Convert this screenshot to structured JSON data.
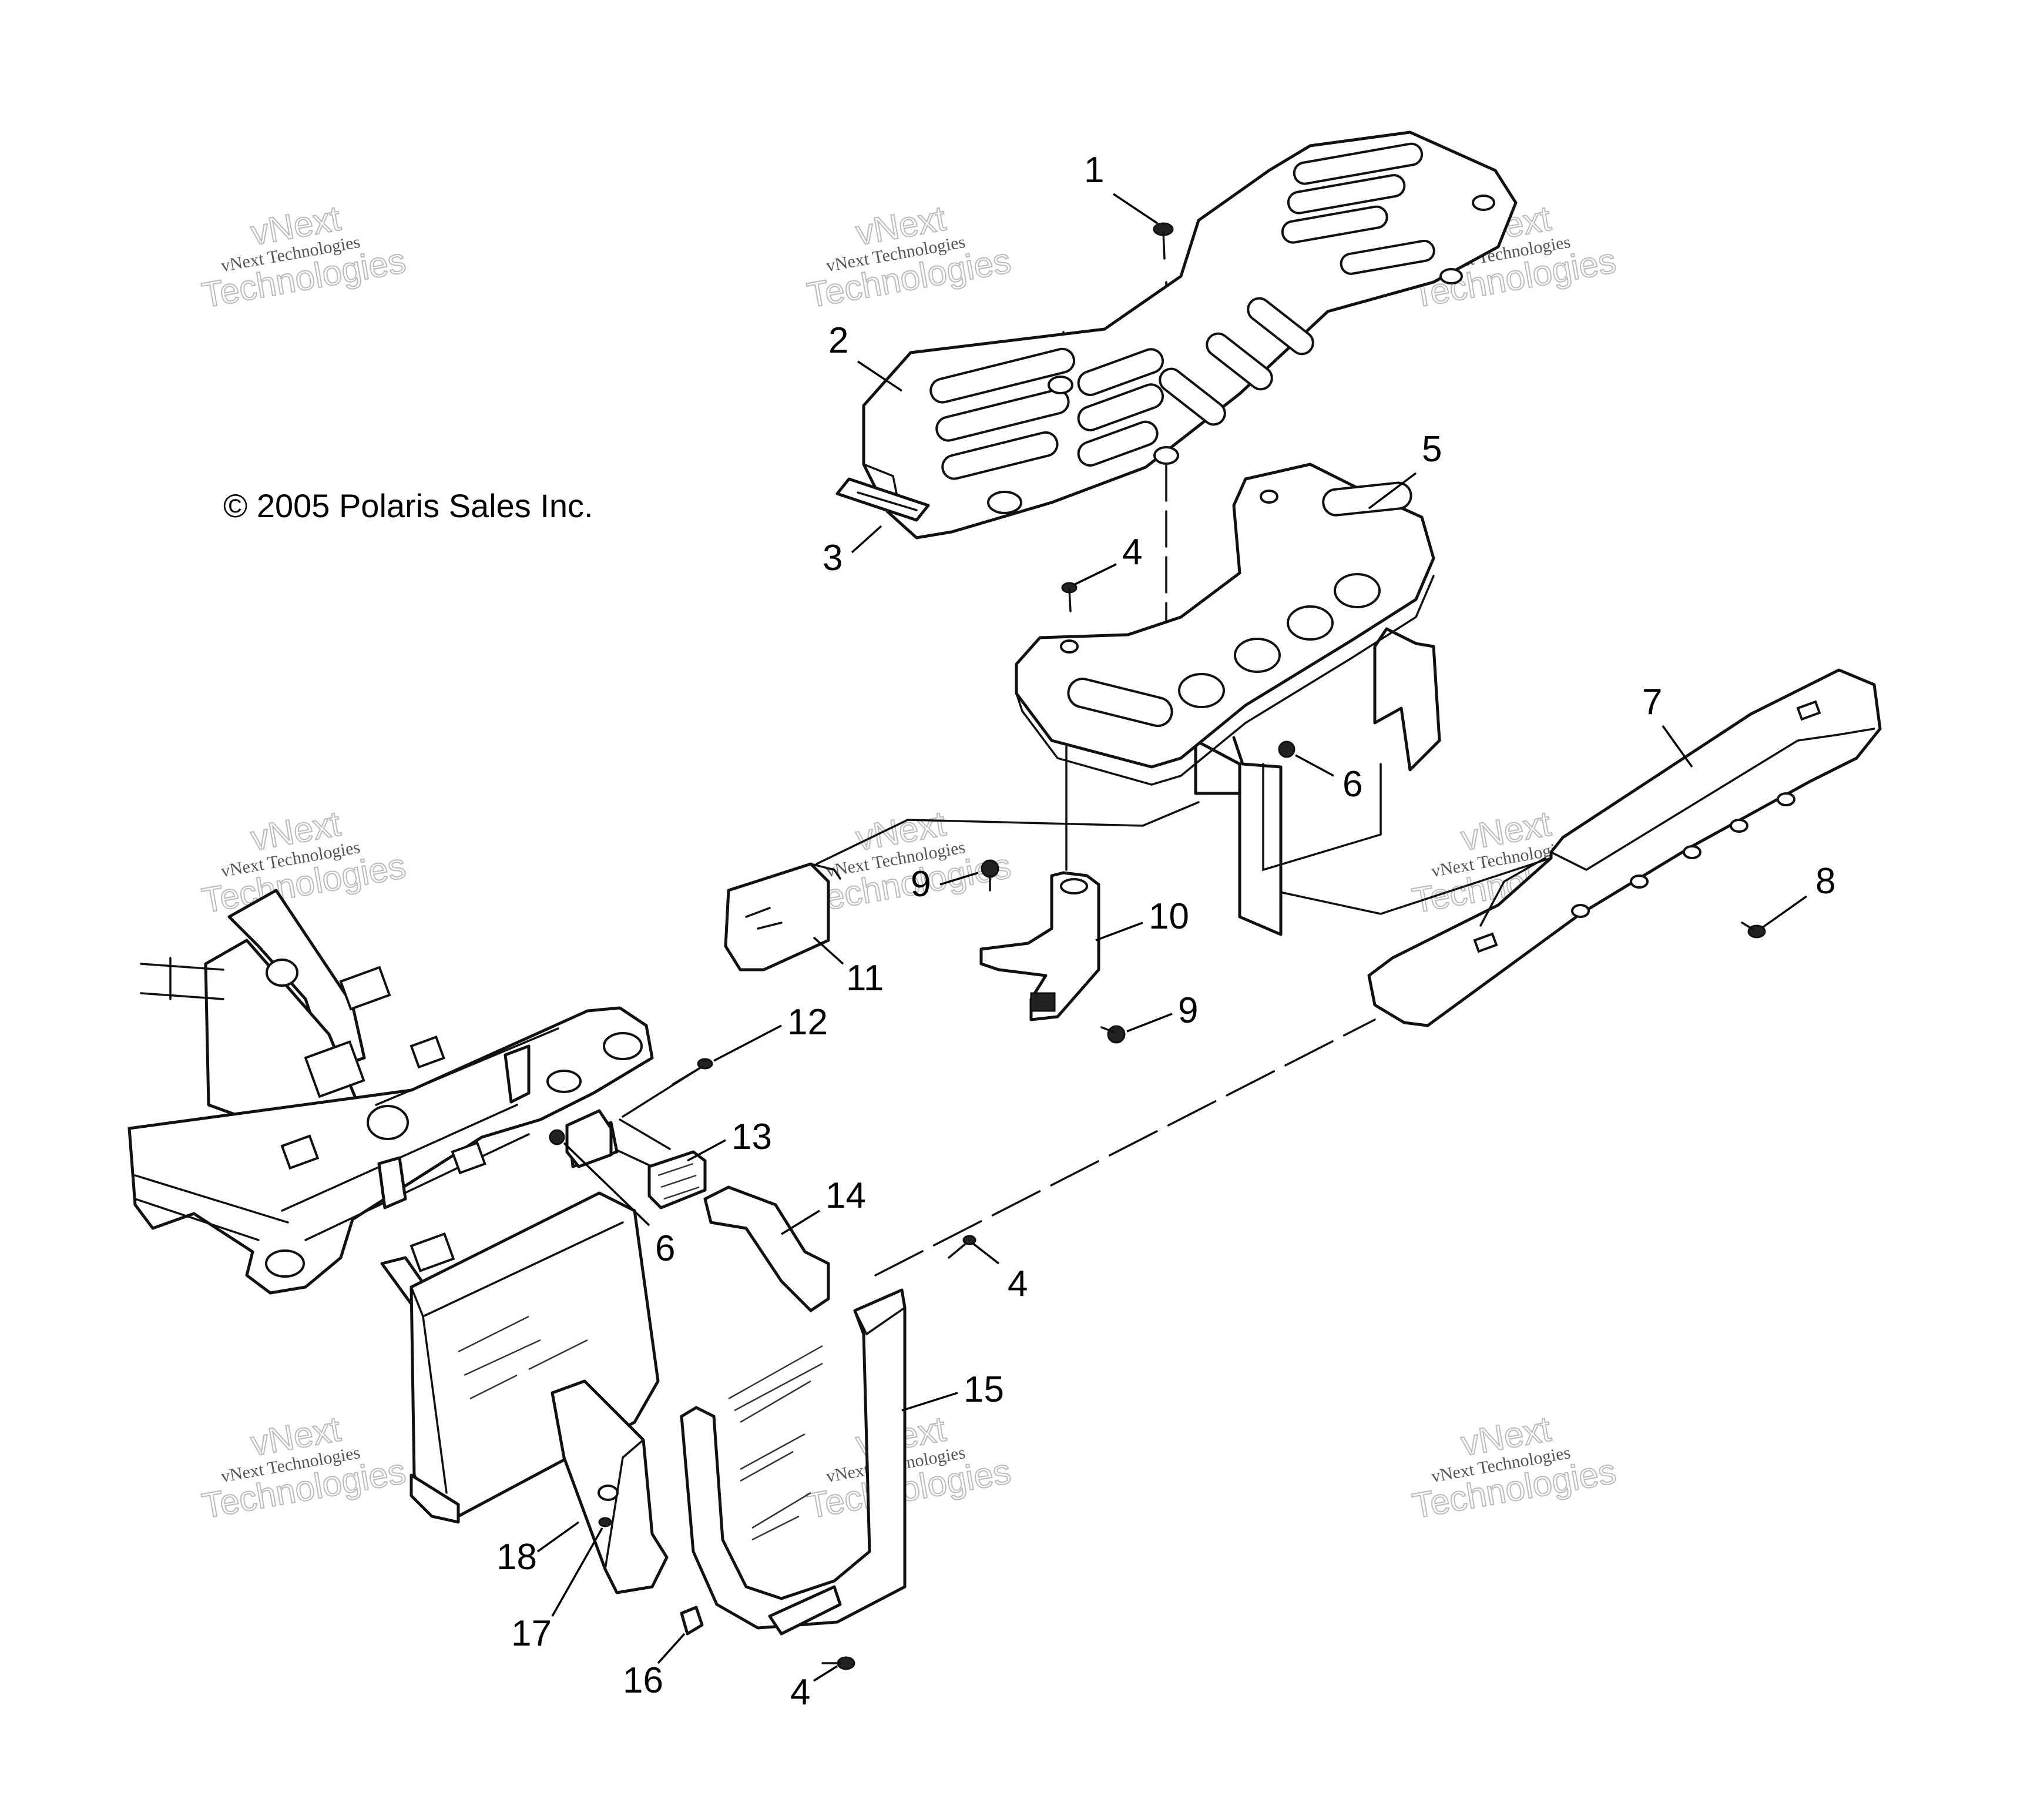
{
  "copyright": "© 2005 Polaris Sales Inc.",
  "watermark": {
    "line1": "vNext",
    "line2": "vNext Technologies",
    "line3": "Technologies"
  },
  "callouts": [
    {
      "id": "c1",
      "label": "1"
    },
    {
      "id": "c2",
      "label": "2"
    },
    {
      "id": "c3",
      "label": "3"
    },
    {
      "id": "c4a",
      "label": "4"
    },
    {
      "id": "c5",
      "label": "5"
    },
    {
      "id": "c6a",
      "label": "6"
    },
    {
      "id": "c7",
      "label": "7"
    },
    {
      "id": "c8",
      "label": "8"
    },
    {
      "id": "c9a",
      "label": "9"
    },
    {
      "id": "c10",
      "label": "10"
    },
    {
      "id": "c9b",
      "label": "9"
    },
    {
      "id": "c11",
      "label": "11"
    },
    {
      "id": "c12",
      "label": "12"
    },
    {
      "id": "c13",
      "label": "13"
    },
    {
      "id": "c14",
      "label": "14"
    },
    {
      "id": "c6b",
      "label": "6"
    },
    {
      "id": "c4b",
      "label": "4"
    },
    {
      "id": "c15",
      "label": "15"
    },
    {
      "id": "c18",
      "label": "18"
    },
    {
      "id": "c17",
      "label": "17"
    },
    {
      "id": "c16",
      "label": "16"
    },
    {
      "id": "c4c",
      "label": "4"
    }
  ]
}
